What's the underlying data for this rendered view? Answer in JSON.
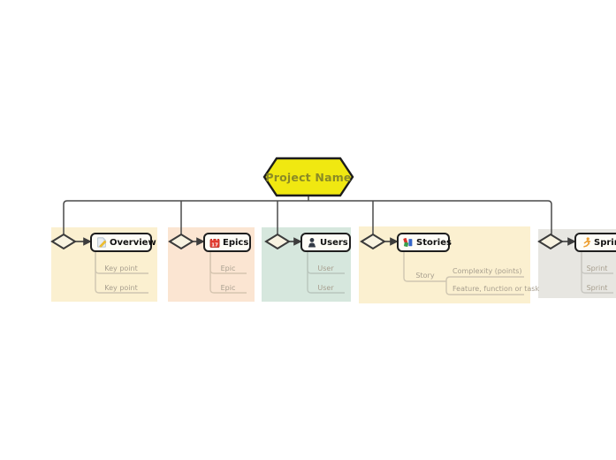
{
  "canvas": {
    "background": "#ffffff"
  },
  "root": {
    "label": "Project Name",
    "fill": "#F0E811",
    "text_color": "#8B8B25"
  },
  "branches": [
    {
      "label": "Overview",
      "icon": "memo-icon",
      "region_color": "#FBF0D0",
      "children": [
        "Key point",
        "Key point"
      ]
    },
    {
      "label": "Epics",
      "icon": "calendar-icon",
      "calendar_day": "17",
      "region_color": "#FBE5D2",
      "children": [
        "Epic",
        "Epic"
      ]
    },
    {
      "label": "Users",
      "icon": "user-icon",
      "region_color": "#D6E7DD",
      "children": [
        "User",
        "User"
      ]
    },
    {
      "label": "Stories",
      "icon": "books-icon",
      "region_color": "#FBF0D0",
      "children": [
        {
          "label": "Story",
          "children": [
            "Complexity (points)",
            "Feature, function or task"
          ]
        }
      ]
    },
    {
      "label": "Sprints",
      "icon": "runner-icon",
      "region_color": "#E7E6E1",
      "children": [
        "Sprint",
        "Sprint"
      ]
    }
  ]
}
